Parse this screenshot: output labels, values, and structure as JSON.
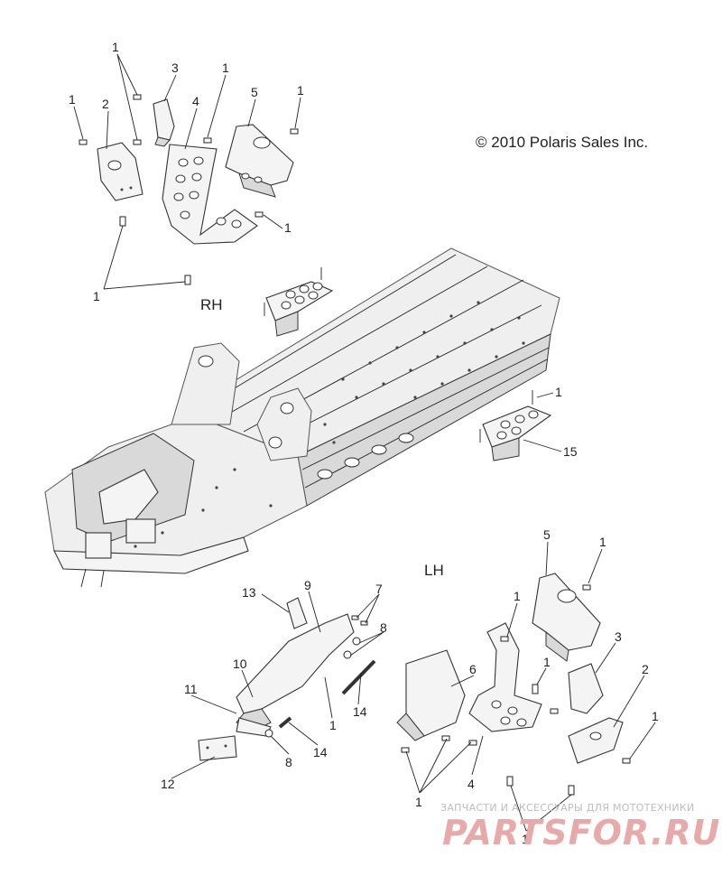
{
  "copyright": "© 2010 Polaris Sales Inc.",
  "side_labels": {
    "rh": "RH",
    "lh": "LH"
  },
  "watermark": {
    "tagline": "ЗАПЧАСТИ И АКСЕССУАРЫ ДЛЯ МОТОТЕХНИКИ",
    "brand": "PARTSFOR.RU"
  },
  "callouts": {
    "rh_rivet_top": "1",
    "rh_bracket_small": "3",
    "rh_rivet_upper": "1",
    "rh_rivet_right": "1",
    "rh_rivet_left": "1",
    "rh_bracket_2": "2",
    "rh_plate_4": "4",
    "rh_bracket_5": "5",
    "rh_rivet_plate": "1",
    "rh_rivet_bottom": "1",
    "mid_rivet": "1",
    "mid_plate_15": "15",
    "lh_bracket_5": "5",
    "lh_rivet_5": "1",
    "lh_rivet_mid": "1",
    "lh_bracket_3": "3",
    "lh_rivet_4": "1",
    "lh_bracket_2": "2",
    "lh_rivet_2": "1",
    "lh_shield_6": "6",
    "lh_plate_4": "4",
    "lh_rivet_bottom": "1",
    "lh_rivet_lower": "1",
    "bot_clip_13": "13",
    "bot_bracket_9": "9",
    "bot_screw_7": "7",
    "bot_nut_8a": "8",
    "bot_bracket_10": "10",
    "bot_bracket_11": "11",
    "bot_rivet": "1",
    "bot_rod_14a": "14",
    "bot_plate_12": "12",
    "bot_nut_8b": "8",
    "bot_rod_14b": "14"
  }
}
